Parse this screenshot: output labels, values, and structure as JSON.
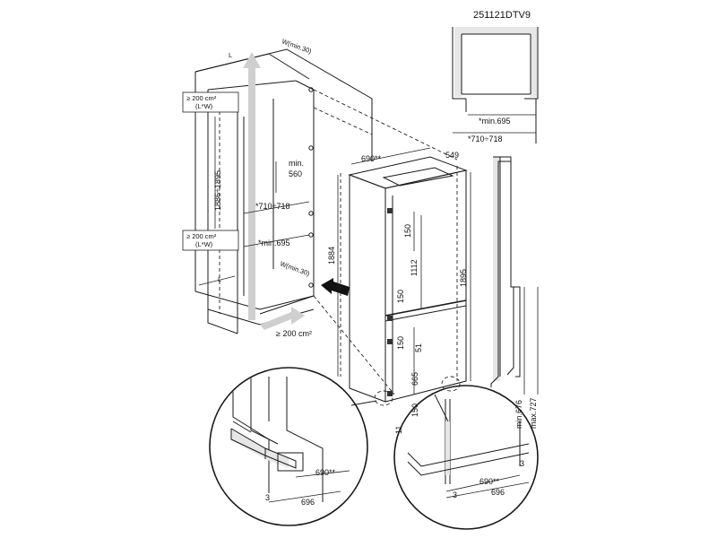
{
  "code": "251121DTV9",
  "labels": {
    "L_top": "L",
    "W_top": "W(min.30)",
    "vent_top_1": "≥ 200 cm²",
    "vent_top_2": "(L*W)",
    "height_range": "1886÷1895",
    "min_560_a": "min.",
    "min_560_b": "560",
    "width_range": "*710÷718",
    "vent_mid_1": "≥ 200 cm²",
    "vent_mid_2": "(L*W)",
    "min_695": "*min.695",
    "W_bottom": "W(min.30)",
    "L_bottom": "L",
    "vent_bottom": "≥ 200 cm²",
    "h_1884": "1884",
    "w_690": "690**",
    "d_549": "549",
    "d_150_top": "150",
    "h_1112": "1112",
    "d_150_mid": "150",
    "d_150_low": "150",
    "d_51": "51",
    "h_665": "665",
    "d_150_bot": "150",
    "d_11": "11",
    "h_1895": "1895",
    "inset_min695": "*min.695",
    "inset_range": "*710÷718",
    "side_min": "min.676",
    "side_max": "max.727",
    "zoomL_690": "690**",
    "zoomL_3": "3",
    "zoomL_696": "696",
    "zoomR_690": "690**",
    "zoomR_3a": "3",
    "zoomR_696": "696",
    "zoomR_3b": "3"
  }
}
